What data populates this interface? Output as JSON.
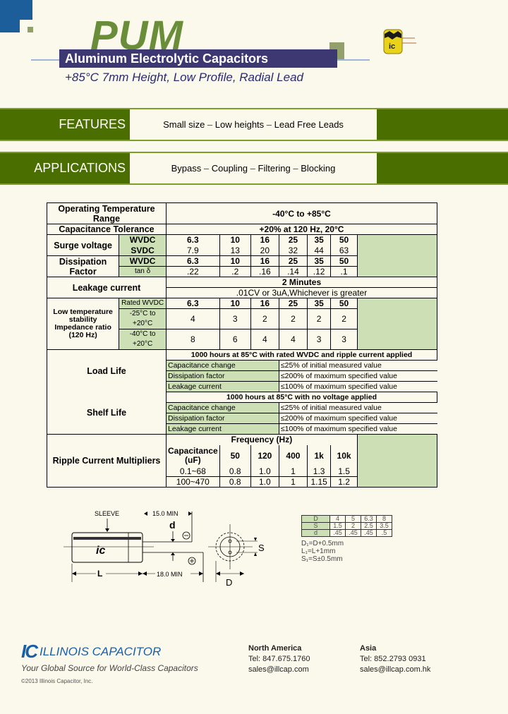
{
  "header": {
    "series": "PUM",
    "product_title": "Aluminum Electrolytic Capacitors",
    "subtitle": "+85°C 7mm Height, Low Profile, Radial Lead",
    "colors": {
      "brand_green": "#6a8d3a",
      "title_bar": "#3e3872",
      "corner_blue": "#1b5e99",
      "band_green": "#4b6e00",
      "cell_green": "#cddfb5"
    }
  },
  "features": {
    "label": "FEATURES",
    "items": [
      "Small size",
      "Low heights",
      "Lead Free Leads"
    ],
    "sep": " – "
  },
  "applications": {
    "label": "APPLICATIONS",
    "items": [
      "Bypass",
      "Coupling",
      "Filtering",
      "Blocking"
    ],
    "sep": " – "
  },
  "spec": {
    "op_temp": {
      "label": "Operating Temperature Range",
      "value": "-40°C to +85°C"
    },
    "cap_tol": {
      "label": "Capacitance Tolerance",
      "value": "+20% at 120 Hz, 20°C"
    },
    "surge": {
      "label": "Surge voltage",
      "wvdc_label": "WVDC",
      "svdc_label": "SVDC",
      "wvdc": [
        "6.3",
        "10",
        "16",
        "25",
        "35",
        "50"
      ],
      "svdc": [
        "7.9",
        "13",
        "20",
        "32",
        "44",
        "63"
      ]
    },
    "df": {
      "label": "Dissipation Factor",
      "wvdc_label": "WVDC",
      "tan_label": "tan δ",
      "wvdc": [
        "6.3",
        "10",
        "16",
        "25",
        "35",
        "50"
      ],
      "tan": [
        ".22",
        ".2",
        ".16",
        ".14",
        ".12",
        ".1"
      ]
    },
    "leakage": {
      "label": "Leakage current",
      "time": "2 Minutes",
      "value": ".01CV or 3uA,Whichever is greater"
    },
    "lowtemp": {
      "label_1": "Low temperature",
      "label_2": "stability",
      "label_3": "Impedance ratio",
      "label_4": "(120 Hz)",
      "rated_label": "Rated WVDC",
      "r25_label": "-25°C to +20°C",
      "r40_label": "-40°C to +20°C",
      "rated": [
        "6.3",
        "10",
        "16",
        "25",
        "35",
        "50"
      ],
      "r25": [
        "4",
        "3",
        "2",
        "2",
        "2",
        "2"
      ],
      "r40": [
        "8",
        "6",
        "4",
        "4",
        "3",
        "3"
      ]
    },
    "load_life": {
      "label": "Load Life",
      "condition": "1000 hours at 85°C with rated WVDC and ripple current applied",
      "rows": [
        {
          "param": "Capacitance change",
          "value": "≤25% of initial measured value"
        },
        {
          "param": "Dissipation factor",
          "value": "≤200% of maximum specified value"
        },
        {
          "param": "Leakage current",
          "value": "≤100% of maximum specified value"
        }
      ]
    },
    "shelf_life": {
      "label": "Shelf Life",
      "condition": "1000 hours at 85°C with no voltage applied",
      "rows": [
        {
          "param": "Capacitance change",
          "value": "≤25% of initial measured value"
        },
        {
          "param": "Dissipation factor",
          "value": "≤200% of maximum specified value"
        },
        {
          "param": "Leakage current",
          "value": "≤100% of maximum specified value"
        }
      ]
    },
    "ripple": {
      "label": "Ripple Current Multipliers",
      "freq_label": "Frequency (Hz)",
      "cap_label_1": "Capacitance",
      "cap_label_2": "(uF)",
      "freqs": [
        "50",
        "120",
        "400",
        "1k",
        "10k"
      ],
      "rows": [
        {
          "cap": "0.1~68",
          "values": [
            "0.8",
            "1.0",
            "1",
            "1.3",
            "1.5"
          ]
        },
        {
          "cap": "100~470",
          "values": [
            "0.8",
            "1.0",
            "1",
            "1.15",
            "1.2"
          ]
        }
      ]
    }
  },
  "drawing": {
    "sleeve": "SLEEVE",
    "top_lead": "15.0 MIN",
    "bottom_lead": "18.0 MIN",
    "d": "d",
    "L": "L",
    "D": "D",
    "S": "S",
    "minus": "−",
    "plus": "+"
  },
  "dim_table": {
    "rows": [
      {
        "label": "D",
        "values": [
          "4",
          "5",
          "6.3",
          "8"
        ]
      },
      {
        "label": "S",
        "values": [
          "1.5",
          "2",
          "2.5",
          "3.5"
        ]
      },
      {
        "label": "d",
        "values": [
          ".45",
          ".45",
          ".45",
          ".5"
        ]
      }
    ],
    "notes": [
      "D₁=D+0.5mm",
      "L₁=L+1mm",
      "S₁=S±0.5mm"
    ]
  },
  "footer": {
    "logo_mark": "IC",
    "company": "ILLINOIS CAPACITOR",
    "tagline": "Your Global Source for World-Class Capacitors",
    "copyright": "©2013 Illinois Capacitor, Inc.",
    "north_america": {
      "region": "North America",
      "tel": "Tel: 847.675.1760",
      "email": "sales@illcap.com"
    },
    "asia": {
      "region": "Asia",
      "tel": "Tel: 852.2793 0931",
      "email": "sales@illcap.com.hk"
    }
  }
}
